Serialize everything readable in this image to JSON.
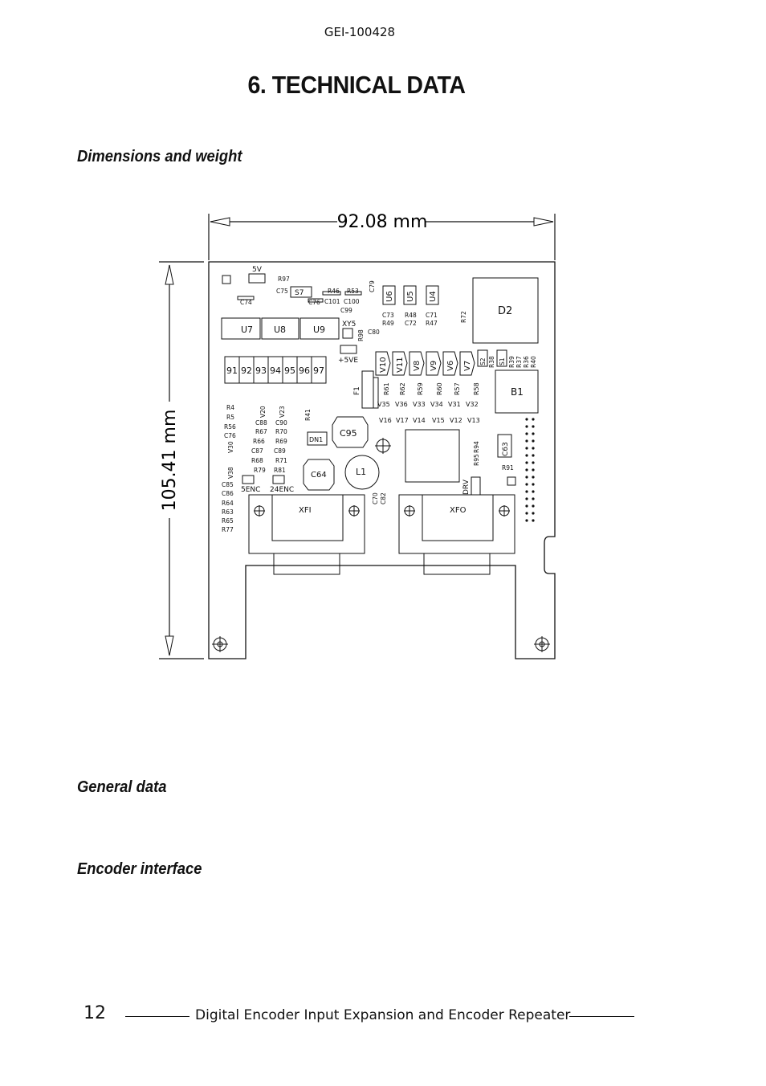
{
  "header": {
    "doc_id": "GEI-100428"
  },
  "title": "6. TECHNICAL DATA",
  "sections": {
    "dimensions": "Dimensions and weight",
    "general": "General data",
    "encoder": "Encoder interface"
  },
  "drawing": {
    "width_label": "92.08 mm",
    "height_label": "105.41 mm",
    "components": {
      "u7": "U7",
      "u8": "U8",
      "u9": "U9",
      "d2": "D2",
      "b1": "B1",
      "c95": "C95",
      "c64": "C64",
      "l1": "L1",
      "xfi": "XFI",
      "xfo": "XFO",
      "dn1": "DN1",
      "c63": "C63",
      "drv": "DRV",
      "five_v": "5V",
      "s7": "S7",
      "xy5": "XY5",
      "plus5ve": "+5VE",
      "enc5": "5ENC",
      "enc24": "24ENC",
      "f1": "F1",
      "u6": "U6",
      "u5": "U5",
      "u4": "U4",
      "row_labels": [
        "91",
        "92",
        "93",
        "94",
        "95",
        "96",
        "97"
      ],
      "v_row": [
        "V10",
        "V11",
        "V8",
        "V9",
        "V6",
        "V7"
      ],
      "small_top": [
        "R97",
        "C75",
        "C74",
        "R46",
        "R53",
        "C76",
        "C101",
        "C100",
        "C99",
        "C79",
        "C73",
        "R49",
        "R48",
        "C72",
        "C71",
        "R47",
        "R72",
        "R98",
        "C80"
      ],
      "left_col": [
        "R4",
        "R5",
        "R56",
        "C76",
        "V30",
        "V38",
        "C85",
        "C86",
        "R64",
        "R63",
        "R65",
        "R77"
      ],
      "mid_col": [
        "V20",
        "C88",
        "R67",
        "R66",
        "C87",
        "R68",
        "R79",
        "V23",
        "C90",
        "R70",
        "R69",
        "C89",
        "R71",
        "R81",
        "R41"
      ],
      "r_row": [
        "R61",
        "R62",
        "R59",
        "R60",
        "R57",
        "R58"
      ],
      "v_row2": [
        "V35",
        "V36",
        "V33",
        "V34",
        "V31",
        "V32"
      ],
      "v_row3": [
        "V16",
        "V17",
        "V14",
        "V15",
        "V12",
        "V13"
      ],
      "right_small": [
        "S2",
        "R38",
        "S1",
        "R39",
        "R37",
        "R36",
        "R40",
        "R95",
        "R94",
        "R91",
        "C70",
        "C82"
      ]
    }
  },
  "footer": {
    "page_number": "12",
    "text": "Digital Encoder Input Expansion and Encoder Repeater"
  }
}
